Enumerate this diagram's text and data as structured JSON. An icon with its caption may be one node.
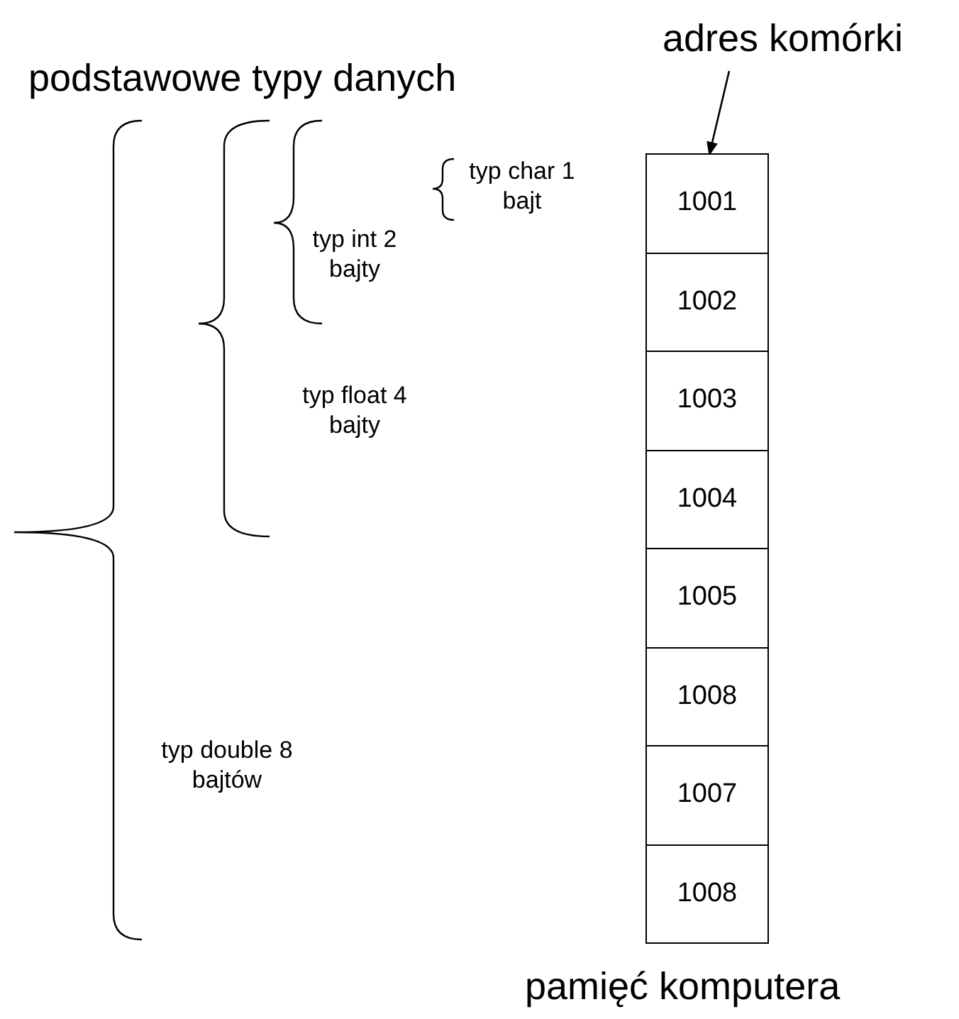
{
  "diagram": {
    "title": "podstawowe typy danych",
    "caption": "pamięć komputera",
    "nodes": [
      {
        "text": [
          "adres komórki"
        ]
      },
      {
        "text": [
          "1001"
        ]
      },
      {
        "text": [
          "1002"
        ]
      },
      {
        "text": [
          "1003"
        ]
      },
      {
        "text": [
          "1004"
        ]
      },
      {
        "text": [
          "1005"
        ]
      },
      {
        "text": [
          "1008"
        ]
      },
      {
        "text": [
          "1007"
        ]
      },
      {
        "text": [
          "1008"
        ]
      }
    ],
    "edges": [
      {
        "from": 0,
        "to": 1,
        "arrow": "to"
      }
    ],
    "labels": [
      "typ char 1 bajt",
      "typ int 2 bajty",
      "typ float 4 bajty",
      "typ double 8 bajtów"
    ]
  }
}
